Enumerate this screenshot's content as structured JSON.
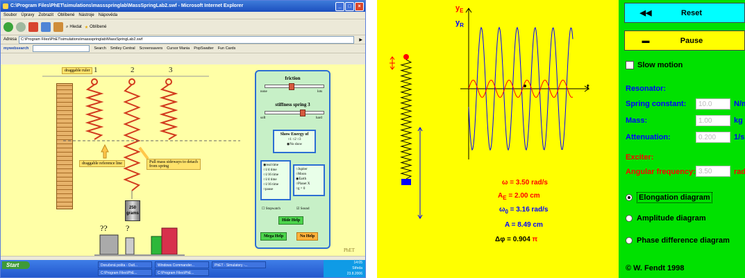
{
  "left": {
    "window_title": "C:\\Program Files\\PhET\\simulations\\massspringlab\\MassSpringLab2.swf - Microsoft Internet Explorer",
    "menu": [
      "Soubor",
      "Úpravy",
      "Zobrazit",
      "Oblíbené",
      "Nástroje",
      "Nápověda"
    ],
    "toolbar": {
      "search": "Hledat",
      "favorites": "Oblíbené"
    },
    "address_label": "Adresa",
    "address_value": "C:\\Program Files\\PhET\\simulations\\massspringlab\\MassSpringLab2.swf",
    "links": [
      "mywebsearch",
      "Search",
      "Smiley Central",
      "Screensavers",
      "Cursor Mania",
      "PopSwatter",
      "Fun Cards"
    ],
    "sim": {
      "ruler_label": "draggable ruler",
      "spring_numbers": [
        "1",
        "2",
        "3"
      ],
      "reference_label": "draggable reference line",
      "pull_label": "Pull mass sideways to detach from spring",
      "mass_250": "250",
      "mass_unit": "grams",
      "friction_title": "friction",
      "friction_none": "none",
      "friction_lots": "lots",
      "stiffness_title": "stiffness spring 3",
      "stiffness_soft": "soft",
      "stiffness_hard": "hard",
      "energy_title": "Show Energy of",
      "energy_options": "○1  ○2  ○3",
      "energy_none": "◉No show",
      "time_options": [
        "◉real time",
        "○1/4 time",
        "○1/16 time",
        "○1/4 time",
        "○1/16 time",
        "○pause"
      ],
      "planet_options": [
        "○Jupiter",
        "○Moon",
        "◉Earth",
        "○Planet X",
        "○g = 0"
      ],
      "stopwatch": "Stopwatch",
      "sound": "Sound",
      "hide_help": "Hide Help",
      "mega_help": "Mega Help",
      "no_help": "No Help",
      "phet": "PhET"
    },
    "taskbar": {
      "start": "Start",
      "tasks": [
        "Doručená pošta - Outl...",
        "Windows Commander...",
        "PhET - Simulatory -...",
        "C:\\Program Files\\PhE...",
        "C:\\Program Files\\PhE..."
      ],
      "clock": "14:05",
      "day": "Středa",
      "date": "23.8.2006"
    }
  },
  "right": {
    "buttons": {
      "reset": "Reset",
      "pause": "Pause"
    },
    "slow_motion": "Slow motion",
    "resonator_title": "Resonator:",
    "spring_constant_label": "Spring constant:",
    "spring_constant_value": "10.0",
    "spring_constant_unit": "N/m",
    "mass_label": "Mass:",
    "mass_value": "1.00",
    "mass_unit": "kg",
    "attenuation_label": "Attenuation:",
    "attenuation_value": "0.200",
    "attenuation_unit": "1/s",
    "exciter_title": "Exciter:",
    "angular_frequency_label": "Angular frequency:",
    "angular_frequency_value": "3.50",
    "angular_frequency_unit": "rad/s",
    "diagram_options": [
      {
        "label": "Elongation diagram",
        "selected": true
      },
      {
        "label": "Amplitude diagram",
        "selected": false
      },
      {
        "label": "Phase difference diagram",
        "selected": false
      }
    ],
    "copyright": "© W. Fendt 1998",
    "axes": {
      "yE": "y",
      "yE_sub": "E",
      "yR": "y",
      "yR_sub": "R",
      "t": "t"
    },
    "readouts": {
      "omega": "ω = 3.50 rad/s",
      "AE_pre": "A",
      "AE_sub": "E",
      "AE_post": " = 2.00 cm",
      "omega0_pre": "ω",
      "omega0_sub": "0",
      "omega0_post": " = 3.16 rad/s",
      "A": "A  = 8.49 cm",
      "dphi_pre": "Δφ = 0.904 ",
      "dphi_pi": "π"
    },
    "colors": {
      "background": "#ffff00",
      "panel": "#00e100",
      "reset": "#00ffff",
      "exciter_red": "#ff0000",
      "resonator_blue": "#0000ff"
    },
    "plot": {
      "exciter_amplitude_cm": 2.0,
      "resonator_amplitude_cm": 8.49,
      "angular_frequency": 3.5,
      "phase_difference_pi": 0.904
    }
  }
}
